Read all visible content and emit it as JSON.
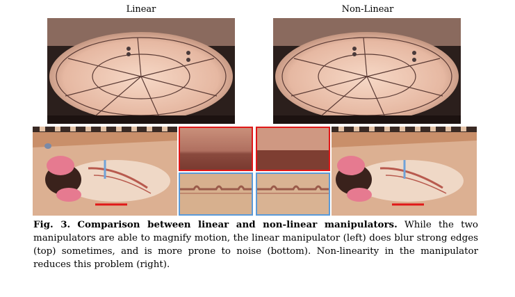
{
  "labels": {
    "left": "Linear",
    "right": "Non-Linear"
  },
  "caption": {
    "figure_label": "Fig. 3.",
    "title": "Comparison between linear and non-linear manipulators.",
    "body": "While the two manipulators are able to magnify motion, the linear manipulator (left) does blur strong edges (top) sometimes, and is more prone to noise (bottom). Non-linearity in the manipulator reduces this problem (right)."
  },
  "colors": {
    "highlight_red": "#e01818",
    "highlight_blue": "#5a9ad8"
  }
}
